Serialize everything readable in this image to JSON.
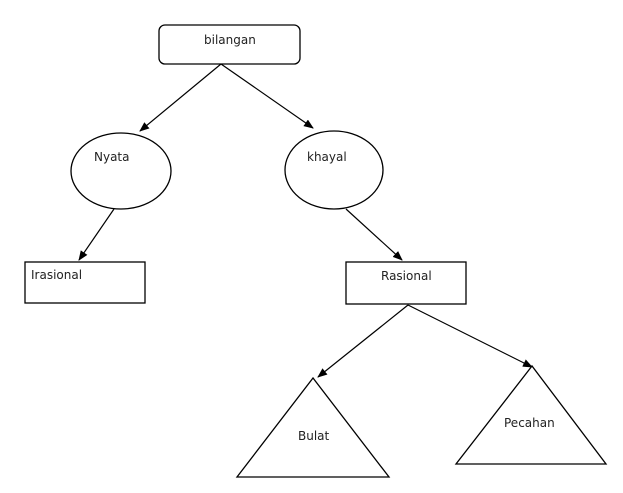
{
  "nodes": {
    "bilangan": "bilangan",
    "nyata": "Nyata",
    "khayal": "khayal",
    "irasional": "Irasional",
    "rasional": "Rasional",
    "bulat": "Bulat",
    "pecahan": "Pecahan"
  },
  "edges": [
    {
      "from": "bilangan",
      "to": "nyata"
    },
    {
      "from": "bilangan",
      "to": "khayal"
    },
    {
      "from": "nyata",
      "to": "irasional"
    },
    {
      "from": "khayal",
      "to": "rasional"
    },
    {
      "from": "rasional",
      "to": "bulat"
    },
    {
      "from": "rasional",
      "to": "pecahan"
    }
  ]
}
